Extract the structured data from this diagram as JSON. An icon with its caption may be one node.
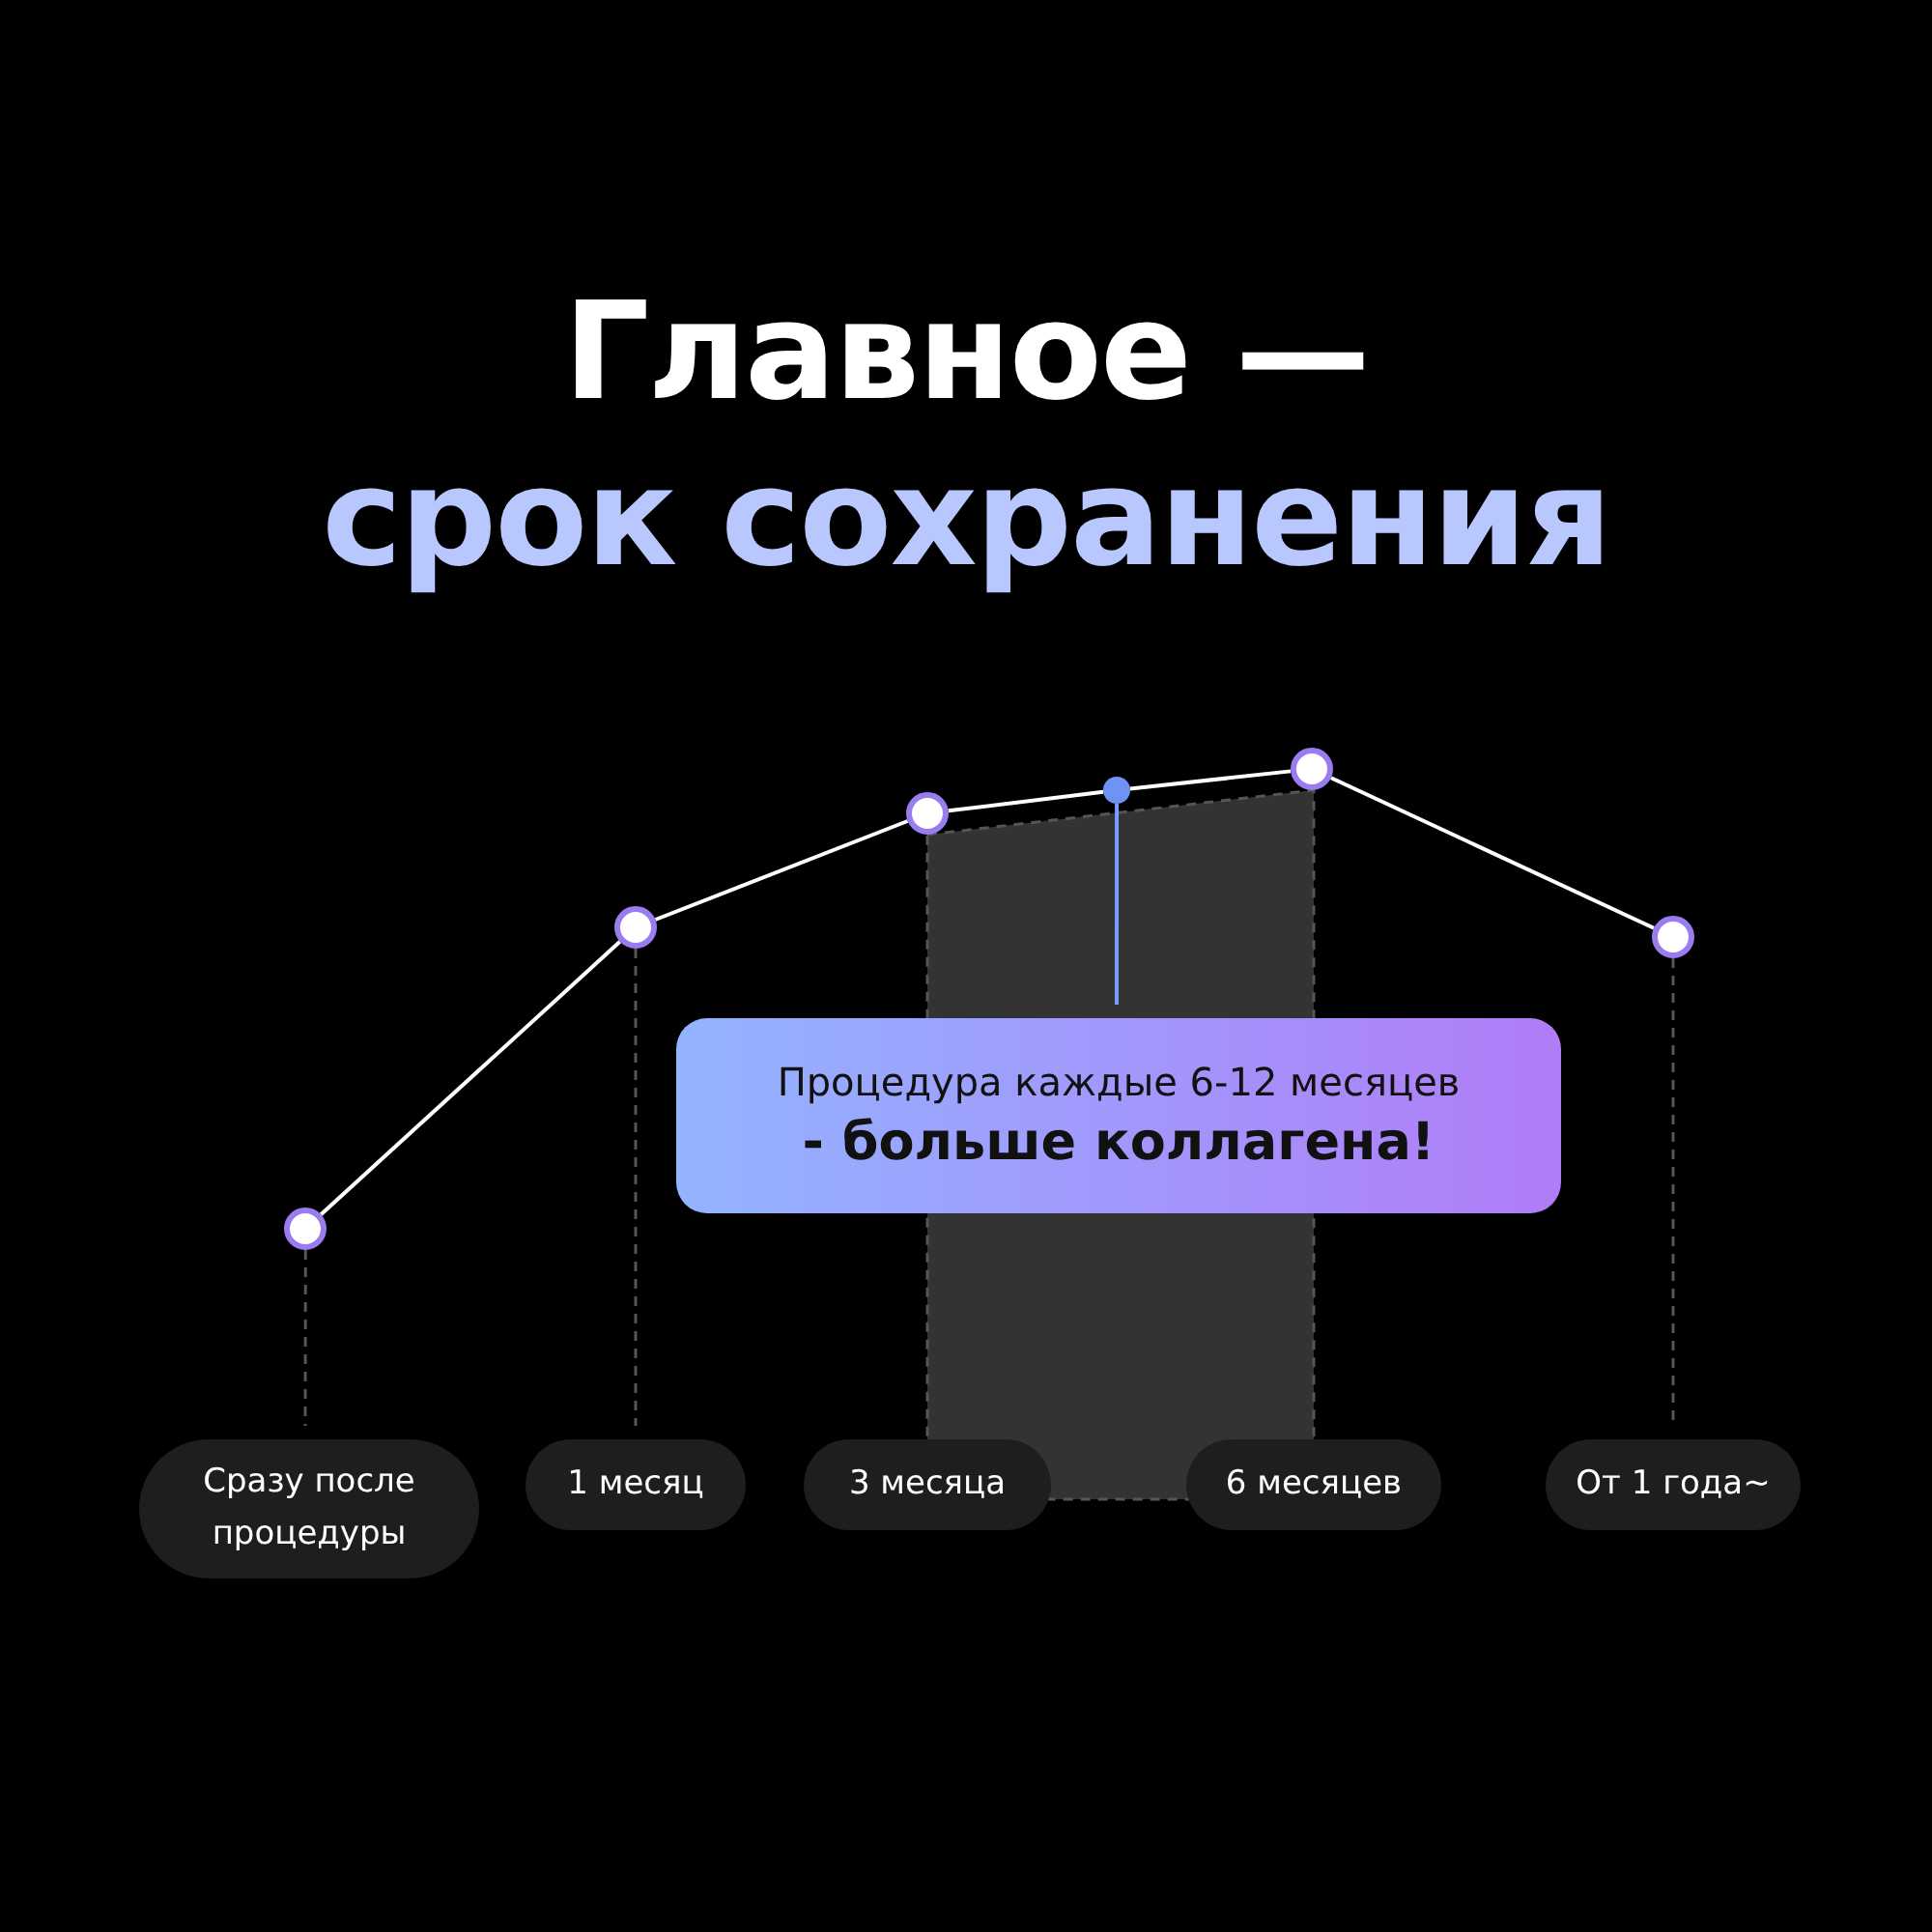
{
  "diagram": {
    "title": "Главное —",
    "nodes": [
      {
        "text": [],
        "shape": "circle"
      },
      {
        "text": [],
        "shape": "circle"
      },
      {
        "text": [],
        "shape": "circle"
      },
      {
        "text": [],
        "shape": "circle"
      },
      {
        "text": [],
        "shape": "circle"
      },
      {
        "text": [],
        "shape": "circle"
      },
      {
        "text": [
          "Процедура каждые 6-12 месяцев",
          "- больше коллагена!"
        ]
      },
      {
        "text": [
          "Сразу после процедуры"
        ]
      },
      {
        "text": [
          "1 месяц"
        ]
      },
      {
        "text": [
          "3 месяца"
        ]
      },
      {
        "text": [
          "6 месяцев"
        ]
      },
      {
        "text": [
          "От 1 года~"
        ]
      }
    ],
    "edges": [
      {
        "from": 0,
        "to": 1,
        "arrow": "none"
      },
      {
        "from": 1,
        "to": 2,
        "arrow": "none"
      },
      {
        "from": 2,
        "to": 3,
        "arrow": "none"
      },
      {
        "from": 3,
        "to": 4,
        "arrow": "none"
      },
      {
        "from": 4,
        "to": 5,
        "arrow": "none"
      },
      {
        "from": 3,
        "to": 6,
        "arrow": "none",
        "color": "#7b9cff"
      },
      {
        "from": 0,
        "to": 7,
        "arrow": "none",
        "style": "dashed",
        "color": "#555555"
      },
      {
        "from": 1,
        "to": 8,
        "arrow": "none",
        "style": "dashed",
        "color": "#555555"
      },
      {
        "from": 5,
        "to": 11,
        "arrow": "none",
        "style": "dashed",
        "color": "#555555"
      }
    ],
    "labels": [
      "срок сохранения"
    ]
  }
}
